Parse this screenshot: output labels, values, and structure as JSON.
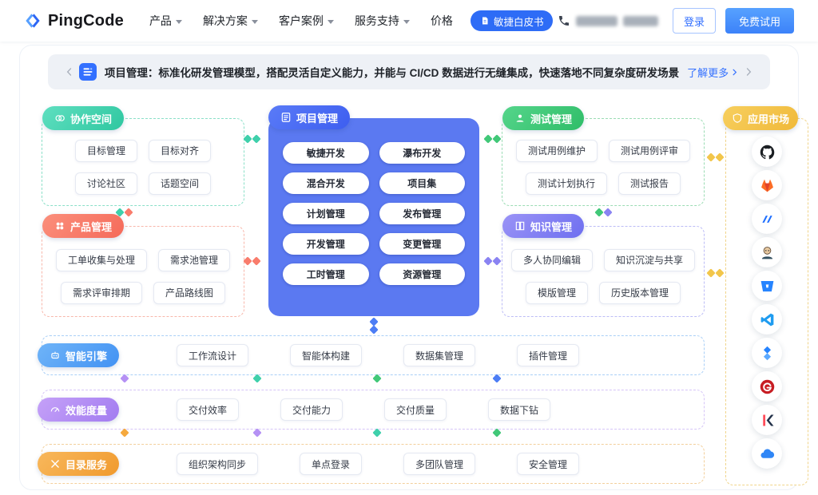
{
  "navbar": {
    "logo_text": "PingCode",
    "items": [
      "产品",
      "解决方案",
      "客户案例",
      "服务支持",
      "价格"
    ],
    "whitepaper": "敏捷白皮书",
    "login": "登录",
    "trial": "免费试用"
  },
  "banner": {
    "text": "项目管理：标准化研发管理模型，搭配灵活自定义能力，并能与 CI/CD 数据进行无缝集成，快速落地不同复杂度研发场景",
    "more": "了解更多"
  },
  "groups": {
    "collab": {
      "title": "协作空间",
      "items": [
        "目标管理",
        "目标对齐",
        "讨论社区",
        "话题空间"
      ]
    },
    "product": {
      "title": "产品管理",
      "items": [
        "工单收集与处理",
        "需求池管理",
        "需求评审排期",
        "产品路线图"
      ]
    },
    "project": {
      "title": "项目管理",
      "items": [
        "敏捷开发",
        "瀑布开发",
        "混合开发",
        "项目集",
        "计划管理",
        "发布管理",
        "开发管理",
        "变更管理",
        "工时管理",
        "资源管理"
      ]
    },
    "test": {
      "title": "测试管理",
      "items": [
        "测试用例维护",
        "测试用例评审",
        "测试计划执行",
        "测试报告"
      ]
    },
    "knowledge": {
      "title": "知识管理",
      "items": [
        "多人协同编辑",
        "知识沉淀与共享",
        "模版管理",
        "历史版本管理"
      ]
    },
    "market": {
      "title": "应用市场",
      "apps": [
        "github",
        "gitlab",
        "coding",
        "jenkins",
        "bitbucket",
        "vscode",
        "jira",
        "gitee",
        "k-app",
        "cloud-service"
      ]
    },
    "ai": {
      "title": "智能引擎",
      "items": [
        "工作流设计",
        "智能体构建",
        "数据集管理",
        "插件管理"
      ]
    },
    "metrics": {
      "title": "效能度量",
      "items": [
        "交付效率",
        "交付能力",
        "交付质量",
        "数据下钻"
      ]
    },
    "directory": {
      "title": "目录服务",
      "items": [
        "组织架构同步",
        "单点登录",
        "多团队管理",
        "安全管理"
      ]
    }
  },
  "colors": {
    "accent_blue": "#3370ff",
    "project_box": "#5b79f1",
    "teal": "#3fd0ab",
    "coral": "#f97c6c",
    "green": "#41c878",
    "purple": "#8a83f2",
    "yellow": "#f2c64b",
    "light_blue": "#5caaf6",
    "light_purple": "#b591f4",
    "orange": "#f5a93e"
  }
}
